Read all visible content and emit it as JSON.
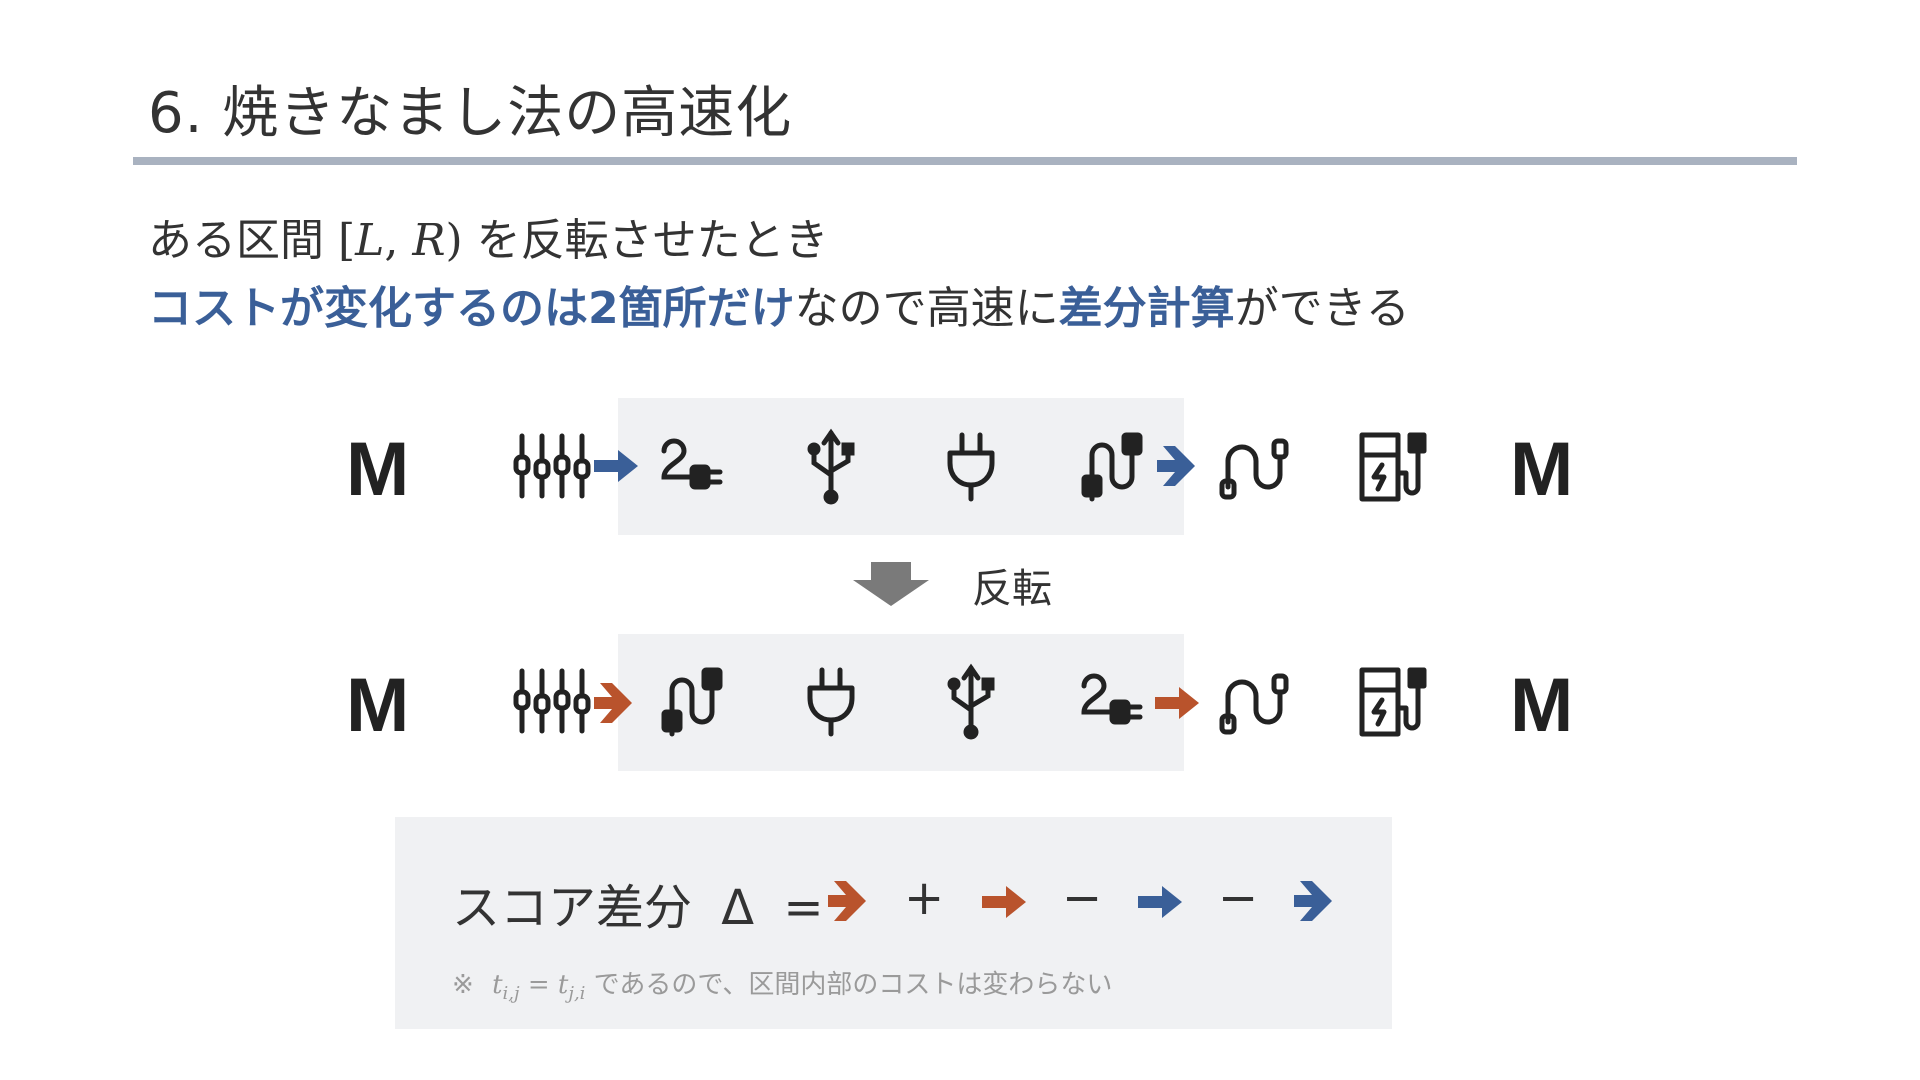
{
  "slide": {
    "title": "6. 焼きなまし法の高速化",
    "line1_prefix": "ある区間 ",
    "line1_math_open": "[",
    "line1_math_L": "L",
    "line1_math_comma": ", ",
    "line1_math_R": "R",
    "line1_math_close": ")",
    "line1_suffix": " を反転させたとき",
    "line2_hl1": "コストが変化するのは2箇所だけ",
    "line2_mid": "なので高速に",
    "line2_hl2": "差分計算",
    "line2_end": "ができる"
  },
  "diagram": {
    "endpoint_label": "M",
    "reverse_label": "反転",
    "top_row": [
      "endpoint",
      "mixer-icon",
      "plug-cable-icon",
      "usb-icon",
      "plug-icon",
      "cable-icon",
      "loop-cable-icon",
      "charging-station-icon",
      "endpoint"
    ],
    "bottom_row": [
      "endpoint",
      "mixer-icon",
      "cable-icon",
      "plug-icon",
      "usb-icon",
      "plug-cable-icon",
      "loop-cable-icon",
      "charging-station-icon",
      "endpoint"
    ]
  },
  "score": {
    "label": "スコア差分",
    "delta": "Δ",
    "equals": "=",
    "plus": "+",
    "minus1": "−",
    "minus2": "−",
    "note_mark": "※",
    "note_t1": "t",
    "note_sub1": "i,j",
    "note_eq": " = ",
    "note_t2": "t",
    "note_sub2": "j,i",
    "note_text": " であるので、区間内部のコストは変わらない"
  },
  "colors": {
    "accent_blue": "#3a5f98",
    "accent_orange": "#b9532c",
    "rule": "#a9b2c0",
    "band": "#f0f1f3"
  }
}
